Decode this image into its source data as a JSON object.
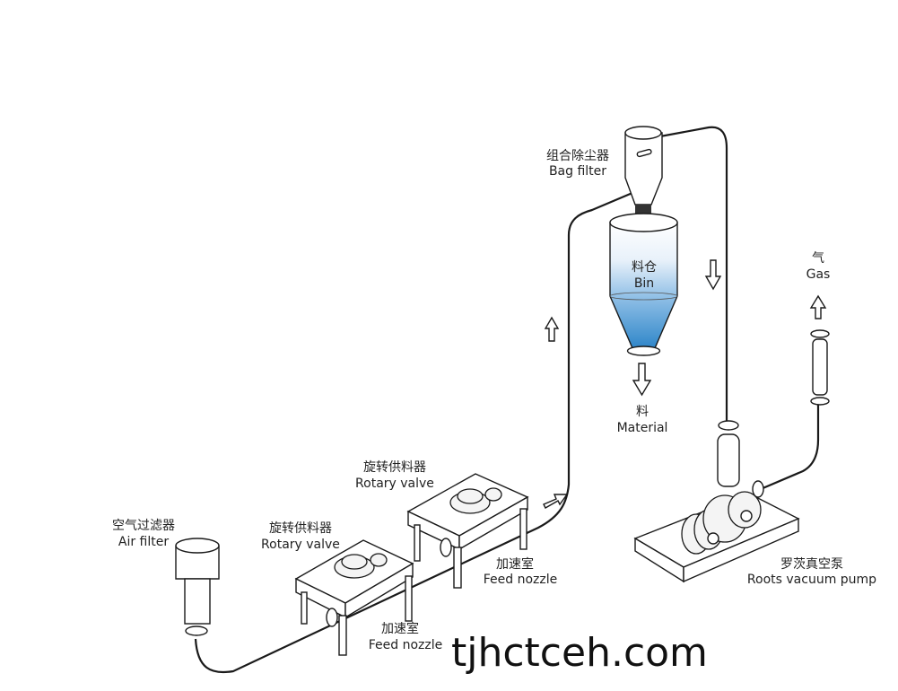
{
  "labels": {
    "bag_filter_cn": "组合除尘器",
    "bag_filter_en": "Bag filter",
    "bin_cn": "料仓",
    "bin_en": "Bin",
    "material_cn": "料",
    "material_en": "Material",
    "gas_cn": "气",
    "gas_en": "Gas",
    "air_filter_cn": "空气过滤器",
    "air_filter_en": "Air filter",
    "rotary_valve_1_cn": "旋转供料器",
    "rotary_valve_1_en": "Rotary valve",
    "rotary_valve_2_cn": "旋转供料器",
    "rotary_valve_2_en": "Rotary valve",
    "feed_nozzle_1_cn": "加速室",
    "feed_nozzle_1_en": "Feed nozzle",
    "feed_nozzle_2_cn": "加速室",
    "feed_nozzle_2_en": "Feed nozzle",
    "pump_cn": "罗茨真空泵",
    "pump_en": "Roots vacuum pump"
  },
  "watermark": "tjhctceh.com",
  "colors": {
    "bin_fill_top": "#e8f1fa",
    "bin_fill_bottom": "#2f86c9",
    "line": "#1a1a1a"
  }
}
